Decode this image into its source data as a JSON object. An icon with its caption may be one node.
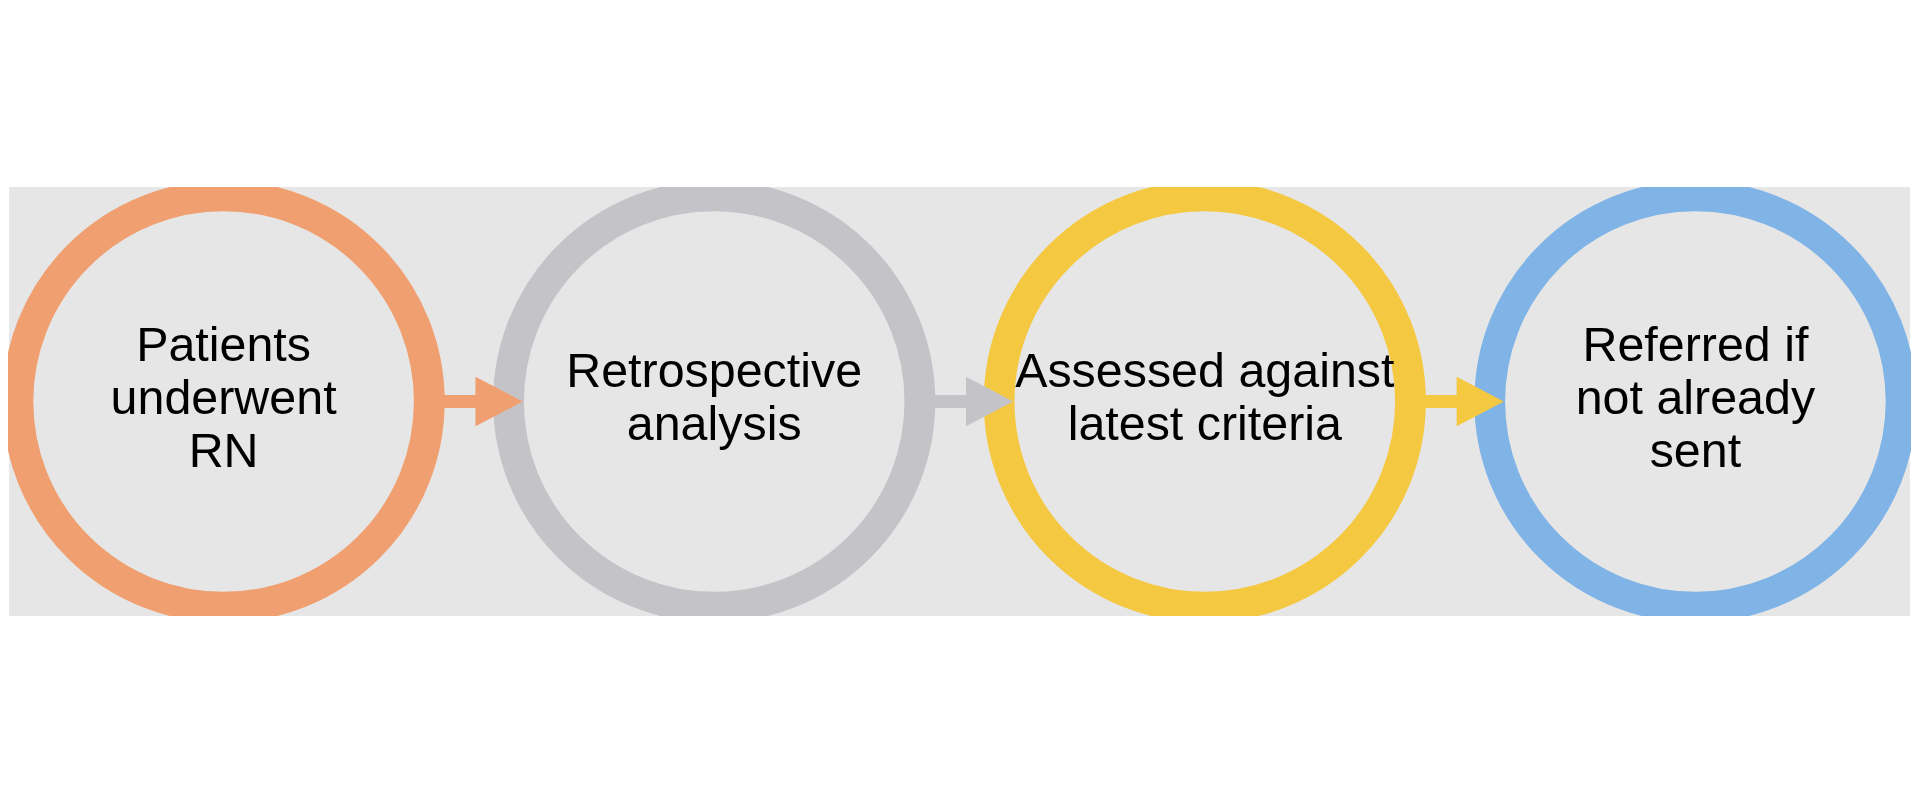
{
  "diagram": {
    "nodes": [
      {
        "text": [
          "Patients underwent RN"
        ]
      },
      {
        "text": [
          "Retrospective analysis"
        ]
      },
      {
        "text": [
          "Assessed against latest criteria"
        ]
      },
      {
        "text": [
          "Referred if not already sent"
        ]
      }
    ],
    "edges": [
      {
        "from": 0,
        "to": 1,
        "arrow": "to"
      },
      {
        "from": 1,
        "to": 2,
        "arrow": "to"
      },
      {
        "from": 2,
        "to": 3,
        "arrow": "to"
      }
    ]
  }
}
